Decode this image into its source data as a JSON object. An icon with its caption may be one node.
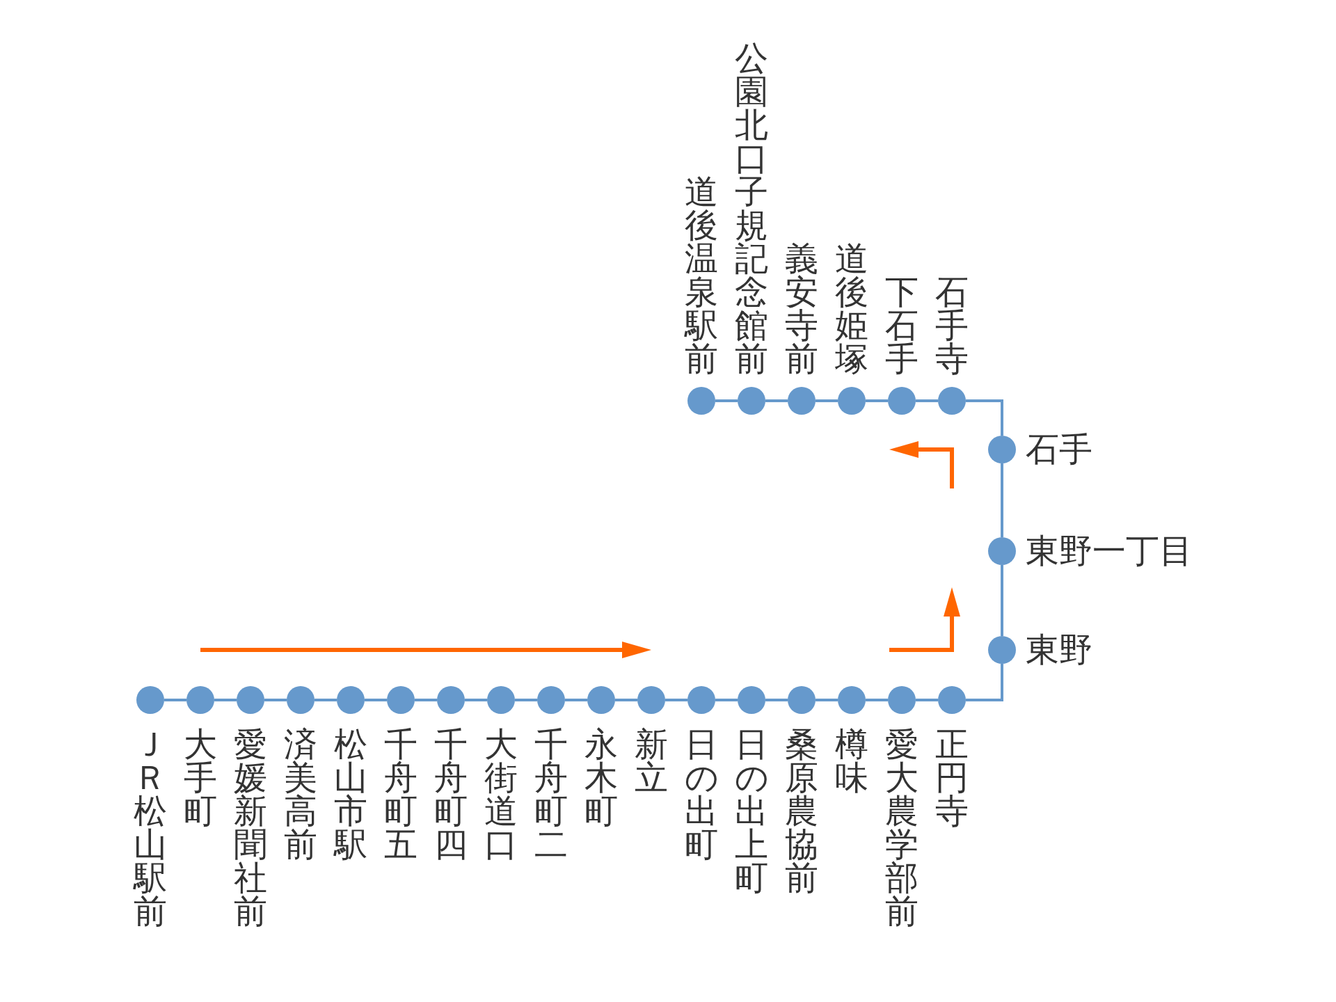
{
  "diagram": {
    "nodes": [
      {
        "text": [],
        "shape": "circle",
        "beside": [
          "道後温泉駅前"
        ]
      },
      {
        "text": [],
        "shape": "circle",
        "beside": [
          "公園北口子規記念館前"
        ]
      },
      {
        "text": [],
        "shape": "circle",
        "beside": [
          "義安寺前"
        ]
      },
      {
        "text": [],
        "shape": "circle",
        "beside": [
          "道後姫塚"
        ]
      },
      {
        "text": [],
        "shape": "circle",
        "beside": [
          "下石手"
        ]
      },
      {
        "text": [],
        "shape": "circle",
        "beside": [
          "石手寺"
        ]
      },
      {
        "text": [],
        "shape": "circle",
        "beside": [
          "石手"
        ]
      },
      {
        "text": [],
        "shape": "circle",
        "beside": [
          "東野一丁目"
        ]
      },
      {
        "text": [],
        "shape": "circle",
        "beside": [
          "東野"
        ]
      },
      {
        "text": [],
        "shape": "circle",
        "beside": [
          "正円寺"
        ]
      },
      {
        "text": [],
        "shape": "circle",
        "beside": [
          "愛大農学部前"
        ]
      },
      {
        "text": [],
        "shape": "circle",
        "beside": [
          "樽味"
        ]
      },
      {
        "text": [],
        "shape": "circle",
        "beside": [
          "桑原農協前"
        ]
      },
      {
        "text": [],
        "shape": "circle",
        "beside": [
          "日の出上町"
        ]
      },
      {
        "text": [],
        "shape": "circle",
        "beside": [
          "日の出町"
        ]
      },
      {
        "text": [],
        "shape": "circle",
        "beside": [
          "新立"
        ]
      },
      {
        "text": [],
        "shape": "circle",
        "beside": [
          "永木町"
        ]
      },
      {
        "text": [],
        "shape": "circle",
        "beside": [
          "千舟町二"
        ]
      },
      {
        "text": [],
        "shape": "circle",
        "beside": [
          "大街道口"
        ]
      },
      {
        "text": [],
        "shape": "circle",
        "beside": [
          "千舟町四"
        ]
      },
      {
        "text": [],
        "shape": "circle",
        "beside": [
          "千舟町五"
        ]
      },
      {
        "text": [],
        "shape": "circle",
        "beside": [
          "松山市駅"
        ]
      },
      {
        "text": [],
        "shape": "circle",
        "beside": [
          "済美高前"
        ]
      },
      {
        "text": [],
        "shape": "circle",
        "beside": [
          "愛媛新聞社前"
        ]
      },
      {
        "text": [],
        "shape": "circle",
        "beside": [
          "大手町"
        ]
      },
      {
        "text": [],
        "shape": "circle",
        "beside": [
          "ＪＲ松山駅前"
        ]
      }
    ],
    "edges": [
      {
        "from": 0,
        "to": 1,
        "arrow": "none"
      },
      {
        "from": 1,
        "to": 2,
        "arrow": "none"
      },
      {
        "from": 2,
        "to": 3,
        "arrow": "none"
      },
      {
        "from": 3,
        "to": 4,
        "arrow": "none"
      },
      {
        "from": 4,
        "to": 5,
        "arrow": "none"
      },
      {
        "from": 5,
        "to": 6,
        "arrow": "none"
      },
      {
        "from": 6,
        "to": 7,
        "arrow": "none"
      },
      {
        "from": 7,
        "to": 8,
        "arrow": "none"
      },
      {
        "from": 8,
        "to": 9,
        "arrow": "none"
      },
      {
        "from": 9,
        "to": 10,
        "arrow": "none"
      },
      {
        "from": 10,
        "to": 11,
        "arrow": "none"
      },
      {
        "from": 11,
        "to": 12,
        "arrow": "none"
      },
      {
        "from": 12,
        "to": 13,
        "arrow": "none"
      },
      {
        "from": 13,
        "to": 14,
        "arrow": "none"
      },
      {
        "from": 14,
        "to": 15,
        "arrow": "none"
      },
      {
        "from": 15,
        "to": 16,
        "arrow": "none"
      },
      {
        "from": 16,
        "to": 17,
        "arrow": "none"
      },
      {
        "from": 17,
        "to": 18,
        "arrow": "none"
      },
      {
        "from": 18,
        "to": 19,
        "arrow": "none"
      },
      {
        "from": 19,
        "to": 20,
        "arrow": "none"
      },
      {
        "from": 20,
        "to": 21,
        "arrow": "none"
      },
      {
        "from": 21,
        "to": 22,
        "arrow": "none"
      },
      {
        "from": 22,
        "to": 23,
        "arrow": "none"
      },
      {
        "from": 23,
        "to": 24,
        "arrow": "none"
      },
      {
        "from": 24,
        "to": 25,
        "arrow": "none"
      }
    ]
  }
}
